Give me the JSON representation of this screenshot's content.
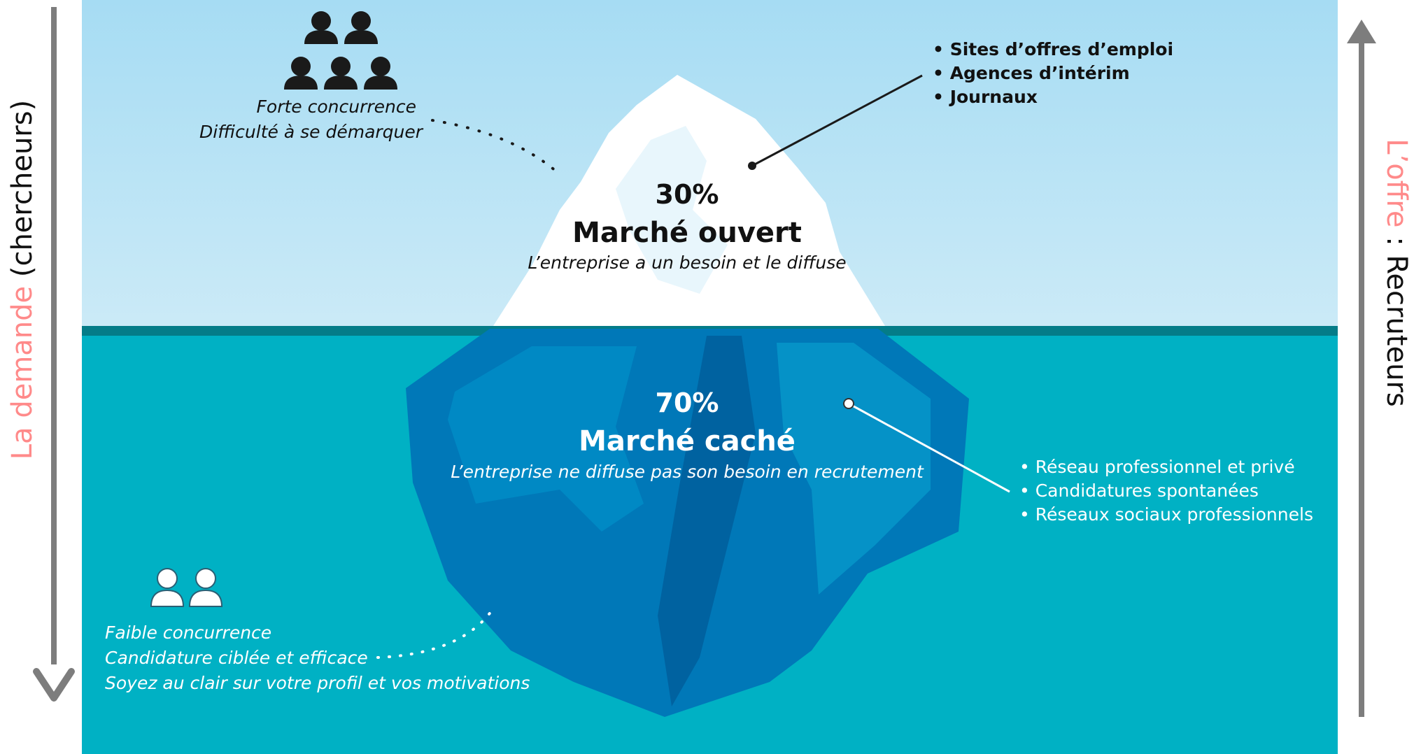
{
  "colors": {
    "sky": "#b9e3f5",
    "water": "#00b1c4",
    "waterline": "#047c88",
    "ice_above": "#ffffff",
    "ice_below_light": "#0089c4",
    "ice_below_dark": "#005e9c",
    "arrow": "#7d7d7d",
    "accent": "#ff8a8a"
  },
  "left_axis": {
    "accent": "La demande",
    "rest": " (chercheurs)"
  },
  "right_axis": {
    "accent": "L’offre",
    "rest": " : Recruteurs"
  },
  "open_market": {
    "percent": "30%",
    "title": "Marché ouvert",
    "subtitle": "L’entreprise a un besoin et le diffuse",
    "channels": [
      "Sites d’offres d’emploi",
      "Agences d’intérim",
      "Journaux"
    ],
    "people_icon": "people-group-icon",
    "notes": [
      "Forte concurrence",
      "Difficulté à se démarquer"
    ]
  },
  "hidden_market": {
    "percent": "70%",
    "title": "Marché caché",
    "subtitle": "L’entreprise ne diffuse pas son besoin en recrutement",
    "channels": [
      "Réseau professionnel et privé",
      "Candidatures spontanées",
      "Réseaux sociaux professionnels"
    ],
    "people_icon": "people-pair-icon",
    "notes": [
      "Faible concurrence",
      "Candidature ciblée et efficace",
      "Soyez au clair sur votre profil et vos motivations"
    ]
  }
}
